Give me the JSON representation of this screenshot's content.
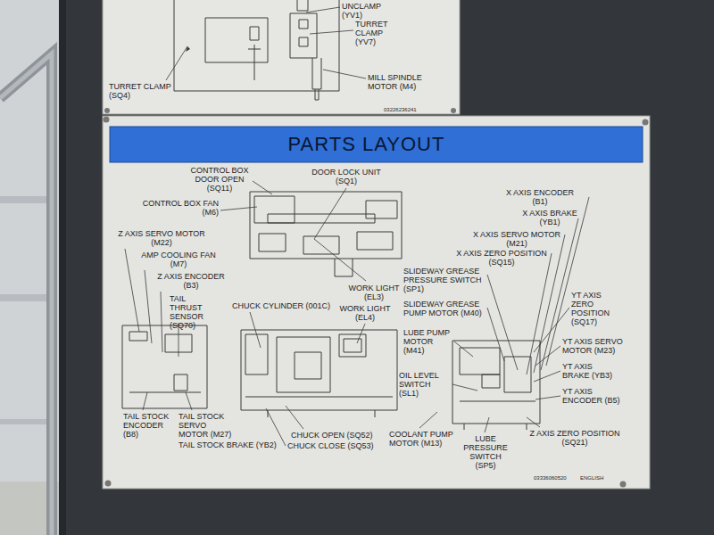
{
  "diagram": {
    "title": "PARTS LAYOUT",
    "labels": [
      "UNCLAMP (YV1)",
      "TURRET CLAMP (YV7)",
      "TURRET CLAMP (SQ4)",
      "MILL SPINDLE MOTOR (M4)",
      "03226236241",
      "CONTROL BOX DOOR OPEN (SQ11)",
      "DOOR LOCK UNIT (SQ1)",
      "CONTROL BOX FAN (M6)",
      "X AXIS ENCODER (B1)",
      "X AXIS BRAKE (YB1)",
      "X AXIS SERVO MOTOR (M21)",
      "X AXIS ZERO POSITION (SQ15)",
      "Z AXIS SERVO MOTOR (M22)",
      "AMP COOLING FAN (M7)",
      "Z AXIS ENCODER (B3)",
      "SLIDEWAY GREASE PRESSURE SWITCH (SP1)",
      "WORK LIGHT (EL3)",
      "CHUCK CYLINDER (001C)",
      "WORK LIGHT (EL4)",
      "SLIDEWAY GREASE PUMP MOTOR (M40)",
      "YT AXIS ZERO POSITION (SQ17)",
      "TAIL THRUST SENSOR (SQ70)",
      "LUBE PUMP MOTOR (M41)",
      "YT AXIS SERVO MOTOR (M23)",
      "YT AXIS BRAKE (YB3)",
      "YT AXIS ENCODER (B5)",
      "OIL LEVEL SWITCH (SL1)",
      "TAIL STOCK ENCODER (B8)",
      "TAIL STOCK SERVO MOTOR (M27)",
      "TAIL STOCK BRAKE (YB2)",
      "CHUCK OPEN (SQ52)",
      "CHUCK CLOSE (SQ53)",
      "COOLANT PUMP MOTOR (M13)",
      "LUBE PRESSURE SWITCH (SP5)",
      "Z AXIS ZERO POSITION (SQ21)",
      "03336060520",
      "ENGLISH"
    ]
  }
}
